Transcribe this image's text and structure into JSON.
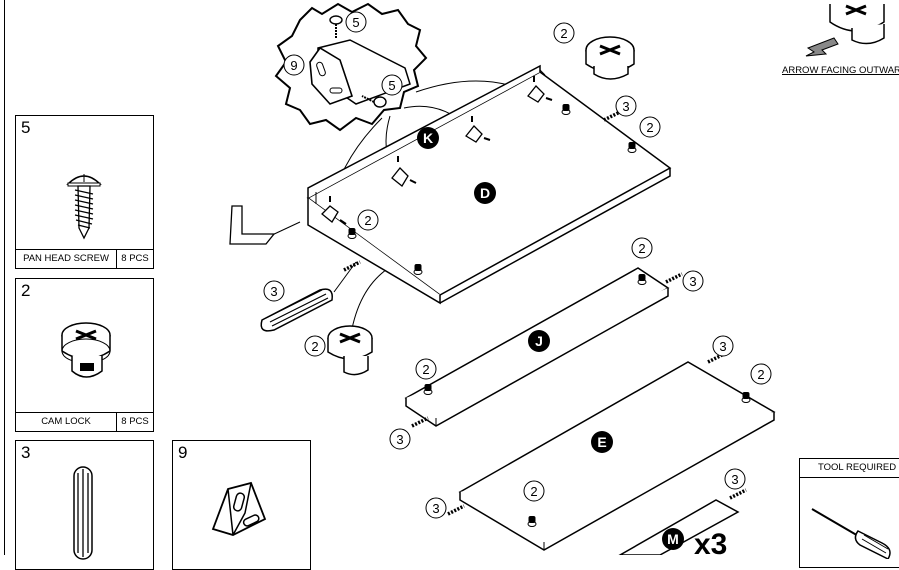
{
  "parts": [
    {
      "number": "5",
      "name": "PAN HEAD SCREW",
      "qty": "8 PCS"
    },
    {
      "number": "2",
      "name": "CAM LOCK",
      "qty": "8 PCS"
    },
    {
      "number": "3",
      "name": "",
      "qty": ""
    },
    {
      "number": "9",
      "name": "",
      "qty": ""
    }
  ],
  "panel_labels": {
    "d": "D",
    "j": "J",
    "e": "E",
    "k": "K",
    "m": "M"
  },
  "callouts": {
    "detail_5a": "5",
    "detail_5b": "5",
    "detail_9": "9",
    "cam_top": "2",
    "cam_right": "2",
    "cam_left_d": "2",
    "dowel_big": "3",
    "cam_big": "2",
    "dowel_d": "3",
    "cam_j_top": "2",
    "dowel_j_right": "3",
    "cam_j_left": "2",
    "dowel_j_left": "3",
    "dowel_e_top": "3",
    "cam_e_right": "2",
    "cam_e_bottom": "2",
    "dowel_e_left": "3",
    "dowel_m": "3"
  },
  "arrow_note": "ARROW FACING OUTWARD",
  "tool_box_title": "TOOL REQUIRED",
  "multiplier": "x3"
}
